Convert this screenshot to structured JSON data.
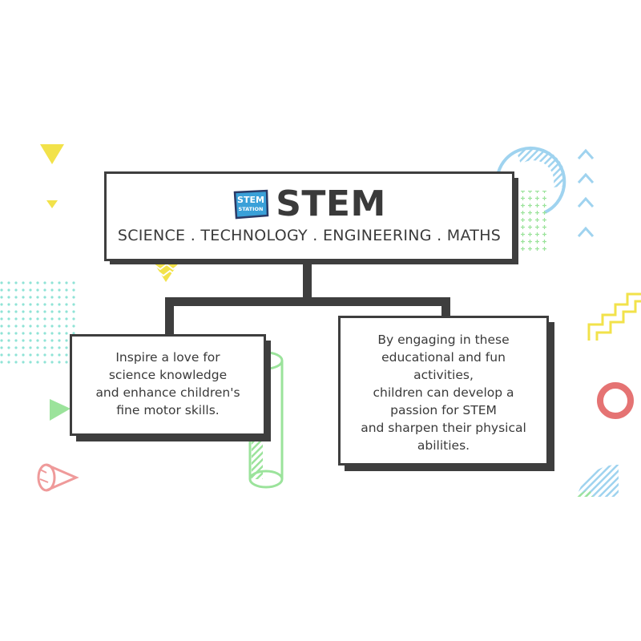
{
  "header": {
    "logo_text_top": "STEM",
    "logo_text_bottom": "STATION",
    "title": "STEM",
    "subtitle": "SCIENCE . TECHNOLOGY . ENGINEERING . MATHS"
  },
  "cards": [
    {
      "text": "Inspire a love for\nscience knowledge\nand enhance children's\nfine motor skills."
    },
    {
      "text": "By engaging in these\neducational and fun\nactivities,\nchildren can develop a\npassion for STEM\nand sharpen their physical\nabilities."
    }
  ],
  "colors": {
    "frame": "#3e3e3e",
    "logo_blue": "#3aa0d8",
    "logo_navy": "#2b3a66",
    "yellow": "#f2e24a",
    "light_blue": "#9fd3ef",
    "teal": "#8fe3d6",
    "green": "#9be39b",
    "pink": "#ef9a9a",
    "red_ring": "#e57373"
  }
}
